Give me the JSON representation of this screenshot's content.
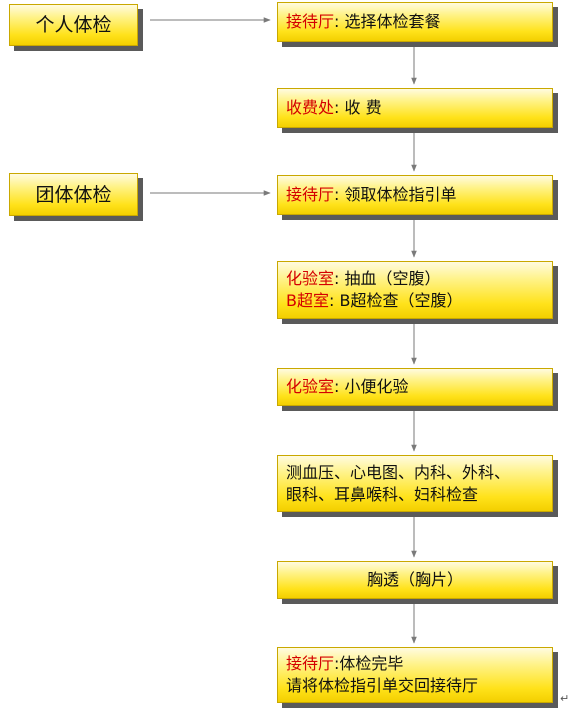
{
  "starts": {
    "individual": "个人体检",
    "group": "团体体检"
  },
  "steps": {
    "s1": {
      "label": "接待厅",
      "text": ": 选择体检套餐"
    },
    "s2": {
      "label": "收费处",
      "text": ": 收 费"
    },
    "s3": {
      "label": "接待厅",
      "text": ": 领取体检指引单"
    },
    "s4": {
      "line1_label": "化验室",
      "line1_text": ": 抽血（空腹）",
      "line2_label": "B超室",
      "line2_text": ": B超检查（空腹）"
    },
    "s5": {
      "label": "化验室",
      "text": ": 小便化验"
    },
    "s6": {
      "line1": "测血压、心电图、内科、外科、",
      "line2": "眼科、耳鼻喉科、妇科检查"
    },
    "s7": {
      "text": "胸透（胸片）"
    },
    "s8": {
      "label": "接待厅",
      "text": ":体检完毕",
      "line2": "请将体检指引单交回接待厅"
    }
  },
  "corner_mark": "↵",
  "colors": {
    "box_fill": "#ffe21a",
    "label_red": "#d40000",
    "shadow": "#5a5a5a",
    "arrow": "#7a7a7a"
  }
}
